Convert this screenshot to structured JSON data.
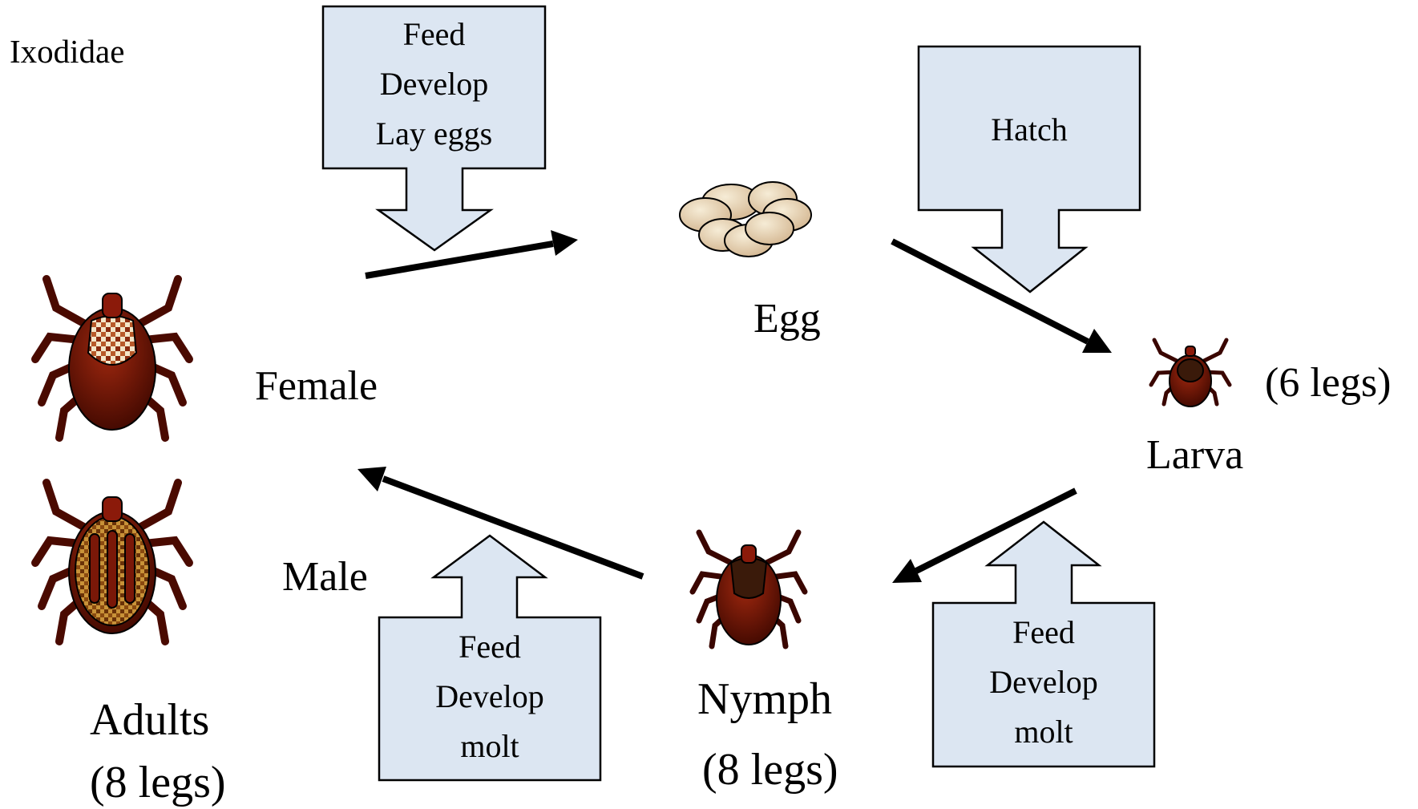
{
  "family_label": "Ixodidae",
  "stages": {
    "egg": "Egg",
    "larva": "Larva",
    "larva_legs": "(6 legs)",
    "nymph": "Nymph",
    "nymph_legs": "(8 legs)",
    "female": "Female",
    "male": "Male",
    "adults": "Adults",
    "adults_legs": "(8 legs)"
  },
  "boxes": {
    "adult_to_egg": [
      "Feed",
      "Develop",
      "Lay eggs"
    ],
    "egg_to_larva": [
      "Hatch"
    ],
    "larva_to_nymph": [
      "Feed",
      "Develop",
      "molt"
    ],
    "nymph_to_adult": [
      "Feed",
      "Develop",
      "molt"
    ]
  },
  "colors": {
    "box_fill": "#dce6f2",
    "box_stroke": "#000000",
    "tick_body": "#8b1a0a",
    "tick_dark": "#4a0a00",
    "egg_fill": "#ead9bb",
    "arrow": "#000000"
  }
}
